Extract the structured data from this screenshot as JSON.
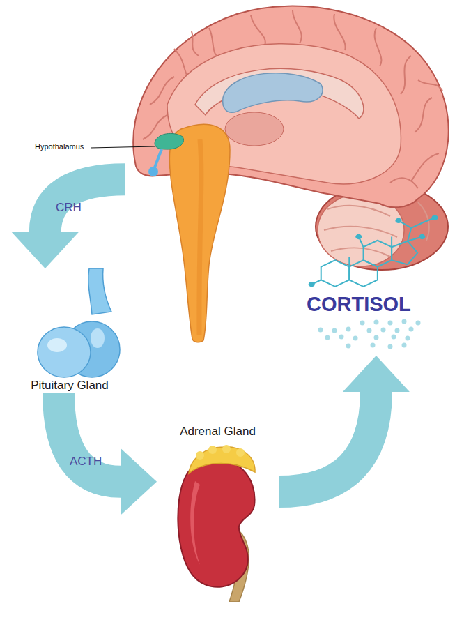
{
  "diagram": {
    "nodes": [
      {
        "text": [
          "Hypothalamus"
        ]
      },
      {
        "text": [
          "Pituitary Gland"
        ]
      },
      {
        "text": [
          "Adrenal Gland"
        ]
      },
      {
        "text": [
          "CORTISOL"
        ]
      }
    ],
    "edges": [
      {
        "from": 0,
        "to": 1,
        "arrow": "to",
        "label": "CRH"
      },
      {
        "from": 1,
        "to": 2,
        "arrow": "to",
        "label": "ACTH"
      },
      {
        "from": 2,
        "to": 3,
        "arrow": "to"
      }
    ]
  }
}
